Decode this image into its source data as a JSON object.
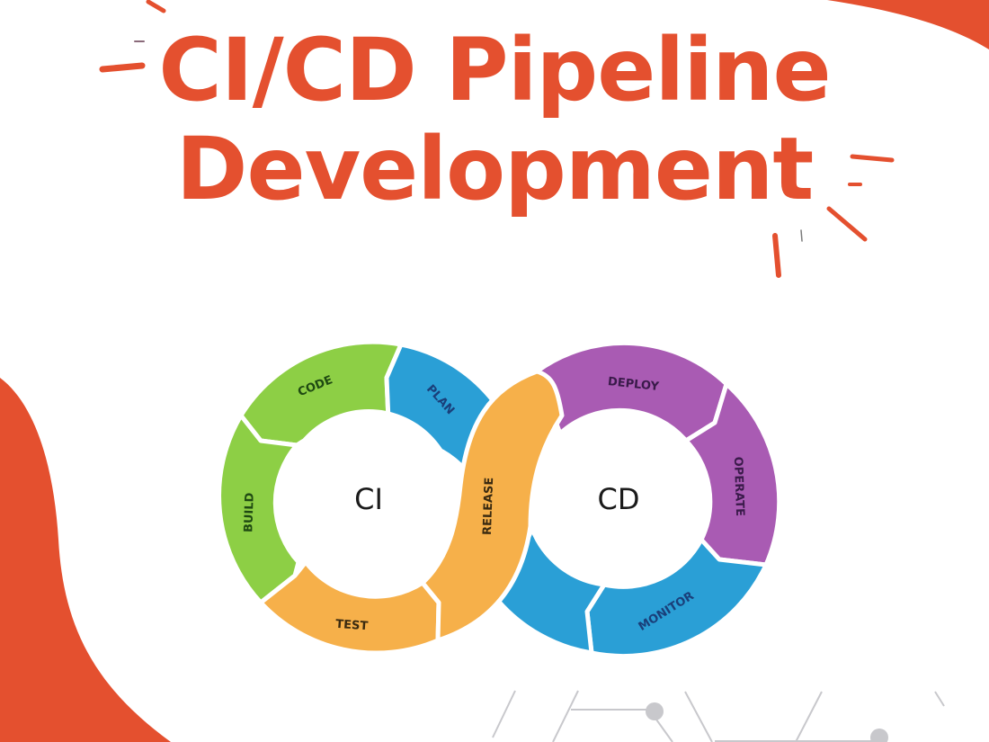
{
  "title": {
    "line1": "CI/CD Pipeline",
    "line2": "Development",
    "color": "#e4502f"
  },
  "colors": {
    "accent": "#e4502f",
    "green": "#8dcf45",
    "blue": "#2a9fd6",
    "orange": "#f6b04a",
    "purple": "#a95bb3",
    "label_dark": "#1d2a4a",
    "circuit": "#c8c8cc"
  },
  "diagram": {
    "ci": {
      "center_label": "CI",
      "stages": [
        {
          "label": "CODE",
          "color": "green"
        },
        {
          "label": "PLAN",
          "color": "blue"
        },
        {
          "label": "RELEASE",
          "color": "orange"
        },
        {
          "label": "TEST",
          "color": "orange"
        },
        {
          "label": "BUILD",
          "color": "green"
        }
      ]
    },
    "cd": {
      "center_label": "CD",
      "stages": [
        {
          "label": "DEPLOY",
          "color": "purple"
        },
        {
          "label": "OPERATE",
          "color": "purple"
        },
        {
          "label": "MONITOR",
          "color": "blue"
        },
        {
          "label": "",
          "color": "blue"
        }
      ]
    }
  }
}
